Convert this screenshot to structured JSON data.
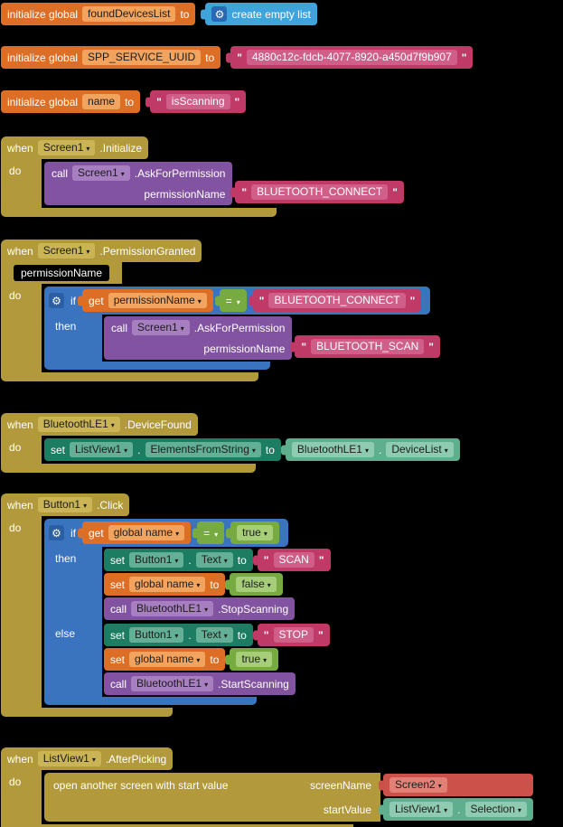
{
  "kw": {
    "when": "when",
    "do": "do",
    "if": "if",
    "then": "then",
    "else": "else",
    "call": "call",
    "set": "set",
    "get": "get",
    "to": "to",
    "init": "initialize global",
    "dot": ".",
    "quote": "\""
  },
  "b1": {
    "name": "foundDevicesList",
    "value_label": "create empty list"
  },
  "b2": {
    "name": "SPP_SERVICE_UUID",
    "value": "4880c12c-fdcb-4077-8920-a450d7f9b907"
  },
  "b3": {
    "name": "name",
    "value": "isScanning"
  },
  "b4": {
    "component": "Screen1",
    "event": ".Initialize",
    "call_component": "Screen1",
    "method": ".AskForPermission",
    "arg": "permissionName",
    "arg_value": "BLUETOOTH_CONNECT"
  },
  "b5": {
    "component": "Screen1",
    "event": ".PermissionGranted",
    "param": "permissionName",
    "get_var": "permissionName",
    "op": "=",
    "compare_value": "BLUETOOTH_CONNECT",
    "call_component": "Screen1",
    "method": ".AskForPermission",
    "arg": "permissionName",
    "arg_value": "BLUETOOTH_SCAN"
  },
  "b6": {
    "component": "BluetoothLE1",
    "event": ".DeviceFound",
    "set_component": "ListView1",
    "set_property": "ElementsFromString",
    "get_component": "BluetoothLE1",
    "get_property": "DeviceList"
  },
  "b7": {
    "component": "Button1",
    "event": ".Click",
    "get_var": "global name",
    "op": "=",
    "compare_value": "true",
    "then": {
      "set_component": "Button1",
      "set_property": "Text",
      "text_value": "SCAN",
      "var": "global name",
      "var_value": "false",
      "call_component": "BluetoothLE1",
      "method": ".StopScanning"
    },
    "else": {
      "set_component": "Button1",
      "set_property": "Text",
      "text_value": "STOP",
      "var": "global name",
      "var_value": "true",
      "call_component": "BluetoothLE1",
      "method": ".StartScanning"
    }
  },
  "b8": {
    "component": "ListView1",
    "event": ".AfterPicking",
    "open_label": "open another screen with start value",
    "arg1": "screenName",
    "arg2": "startValue",
    "screen": "Screen2",
    "get_component": "ListView1",
    "get_property": "Selection"
  },
  "colors": {
    "background": "#000000",
    "variable_orange": "#DD6E25",
    "list_blue": "#3FA3DC",
    "text_pink": "#C03A68",
    "event_gold": "#B2993B",
    "procedure_purple": "#8253A0",
    "setter_green": "#1C7D63",
    "getter_teal": "#5FAE8E",
    "logic_green": "#77AB41",
    "control_blue": "#3A73BE",
    "screen_red": "#CB514A"
  }
}
